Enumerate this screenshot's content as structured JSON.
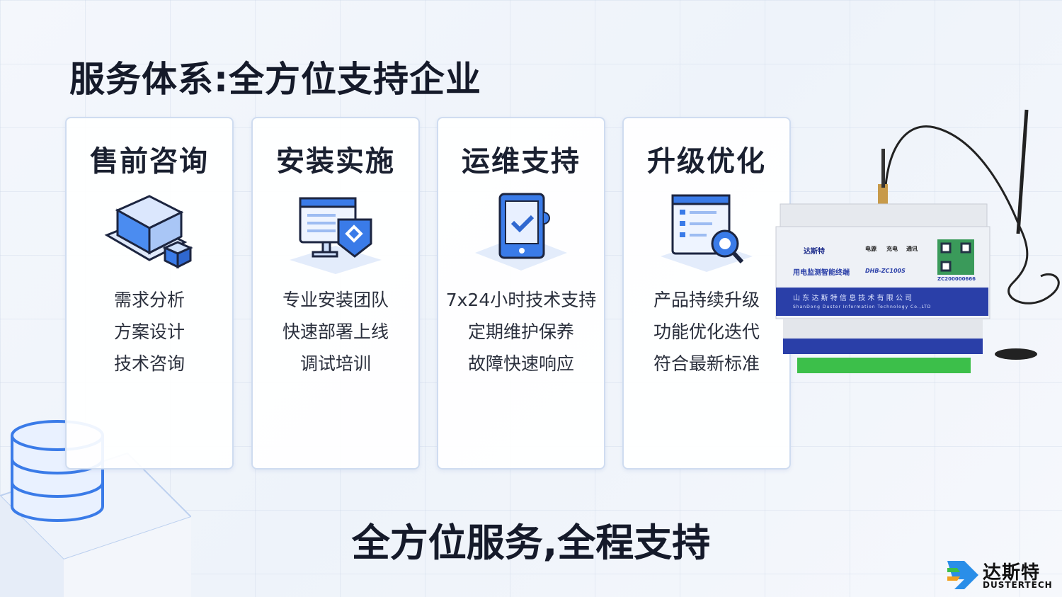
{
  "title": "服务体系:全方位支持企业",
  "cards": [
    {
      "title": "售前咨询",
      "icon": "cube-boxes-icon",
      "lines": [
        "需求分析",
        "方案设计",
        "技术咨询"
      ]
    },
    {
      "title": "安装实施",
      "icon": "monitor-shield-icon",
      "lines": [
        "专业安装团队",
        "快速部署上线",
        "调试培训"
      ]
    },
    {
      "title": "运维支持",
      "icon": "tablet-check-icon",
      "lines": [
        "7x24小时技术支持",
        "定期维护保养",
        "故障快速响应"
      ]
    },
    {
      "title": "升级优化",
      "icon": "document-search-icon",
      "lines": [
        "产品持续升级",
        "功能优化迭代",
        "符合最新标准"
      ]
    }
  ],
  "bottom_text": "全方位服务,全程支持",
  "device": {
    "brand": "达斯特",
    "indicators": [
      "电源",
      "充电",
      "通讯"
    ],
    "product_name": "用电监测智能终端",
    "model": "DHB-ZC100S",
    "serial": "ZC200000666",
    "company_cn": "山 东 达 斯 特 信 息 技 术 有 限 公 司",
    "company_en": "ShanDong Duster Information Technology Co.,LTD"
  },
  "logo": {
    "cn": "达斯特",
    "en": "DUSTERTECH"
  },
  "colors": {
    "accent": "#3a7be8",
    "title": "#151a2a",
    "device_band": "#2a3fa8"
  }
}
